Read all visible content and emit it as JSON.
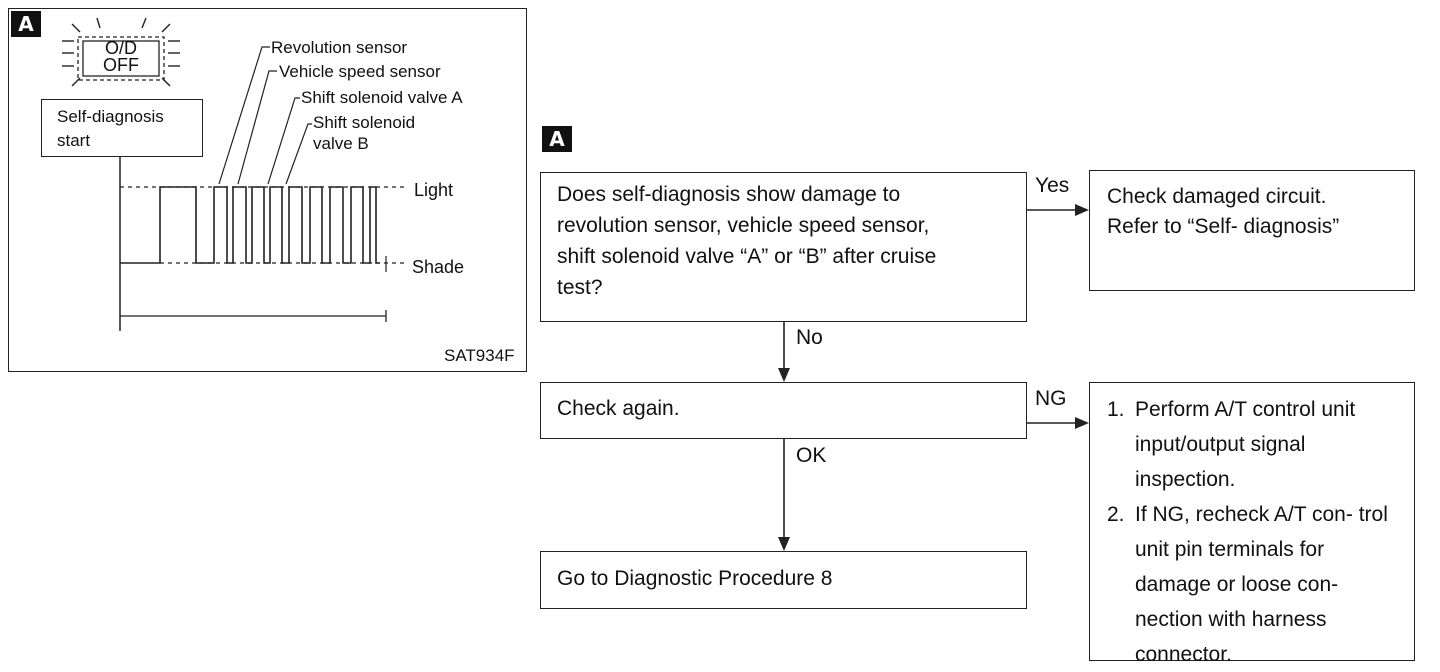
{
  "figure": {
    "badge": "A",
    "indicator": {
      "line1": "O/D",
      "line2": "OFF"
    },
    "self_diag_box": {
      "line1": "Self-diagnosis",
      "line2": "start"
    },
    "callouts": {
      "revolution_sensor": "Revolution sensor",
      "vehicle_speed_sensor": "Vehicle speed sensor",
      "shift_solenoid_a": "Shift solenoid valve A",
      "shift_solenoid_b_line1": "Shift solenoid",
      "shift_solenoid_b_line2": "valve B"
    },
    "level_labels": {
      "light": "Light",
      "shade": "Shade"
    },
    "code": "SAT934F"
  },
  "flowchart": {
    "badge": "A",
    "question": {
      "line1": "Does self-diagnosis show damage to",
      "line2": "revolution sensor, vehicle speed sensor,",
      "line3": "shift solenoid valve “A” or “B” after cruise",
      "line4": "test?"
    },
    "yes_label": "Yes",
    "yes_result": {
      "line1": "Check damaged circuit.",
      "line2": "Refer to “Self- diagnosis”"
    },
    "no_label": "No",
    "check_again": "Check again.",
    "ng_label": "NG",
    "ng_result": [
      {
        "num": "1.",
        "text": "Perform A/T control unit input/output signal inspection."
      },
      {
        "num": "2.",
        "text": "If NG, recheck A/T con- trol unit pin terminals for damage or loose con- nection with harness connector."
      }
    ],
    "ok_label": "OK",
    "goto": "Go to Diagnostic Procedure 8"
  }
}
